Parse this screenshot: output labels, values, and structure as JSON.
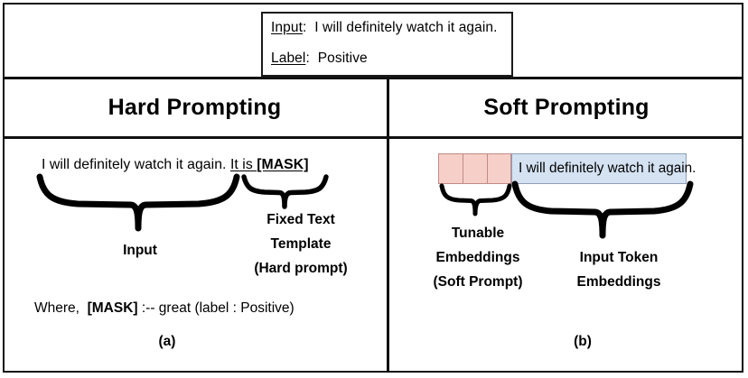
{
  "figure": {
    "header_box": {
      "input_label": "Input",
      "input_sep": ":",
      "input_text": "I will definitely watch it again.",
      "label_label": "Label",
      "label_sep": ":",
      "label_text": "Positive"
    },
    "panels": {
      "left": {
        "title": "Hard Prompting",
        "prompt_plain": "I will definitely watch it again.",
        "prompt_template_prefix": "It is ",
        "prompt_mask": "[MASK]",
        "brace_input_label": "Input",
        "brace_template_line1": "Fixed Text",
        "brace_template_line2": "Template",
        "brace_template_line3": "(Hard prompt)",
        "where_prefix": "Where,",
        "where_mask": "[MASK]",
        "where_suffix": ":-- great (label : Positive)",
        "subfigure": "(a)"
      },
      "right": {
        "title": "Soft Prompting",
        "tunable_cells": [
          "",
          "",
          ""
        ],
        "token_text": "I will definitely watch it again.",
        "brace_tunable_line1": "Tunable",
        "brace_tunable_line2": "Embeddings",
        "brace_tunable_line3": "(Soft Prompt)",
        "brace_token_line1": "Input Token",
        "brace_token_line2": "Embeddings",
        "subfigure": "(b)"
      }
    },
    "colors": {
      "tunable_fill": "#f6cfc9",
      "tunable_stroke": "#c08b86",
      "token_fill": "#d4e2f2",
      "token_stroke": "#8f9fb5",
      "line": "#111111",
      "background": "#ffffff"
    }
  }
}
